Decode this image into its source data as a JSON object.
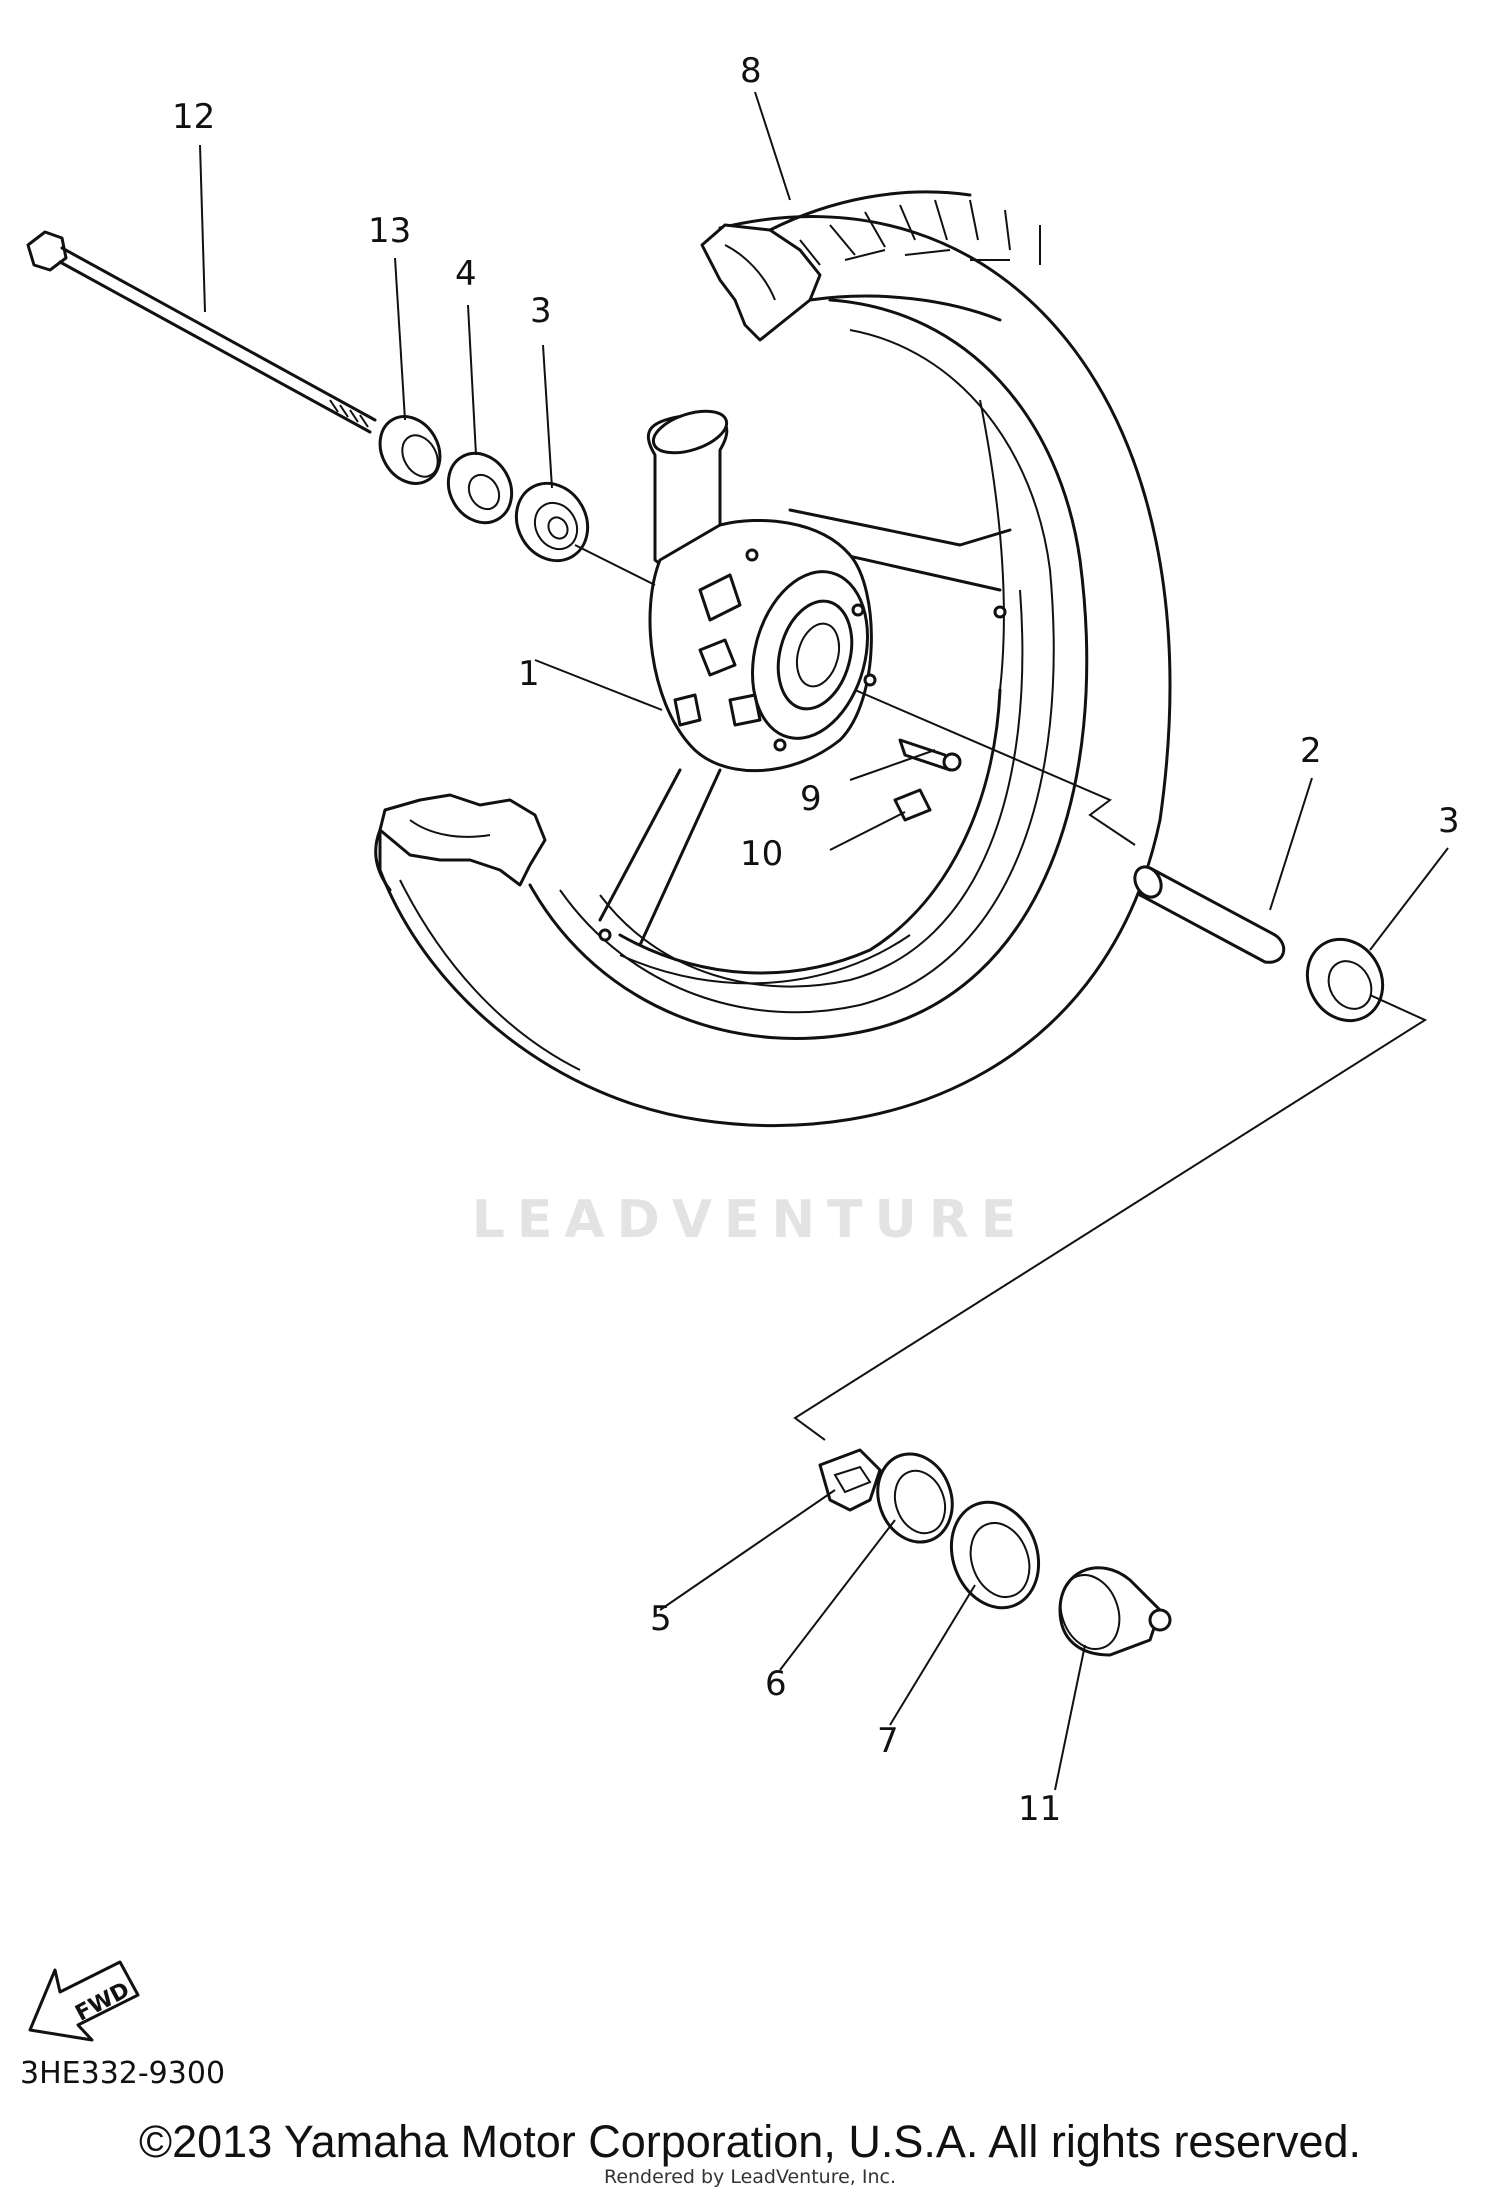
{
  "diagram_code": "3HE332-9300",
  "copyright": "©2013 Yamaha Motor Corporation, U.S.A. All rights reserved.",
  "rendered_by": "Rendered by LeadVenture, Inc.",
  "watermark": "LEADVENTURE",
  "fwd_label": "FWD",
  "callouts": {
    "p1": "1",
    "p2": "2",
    "p3a": "3",
    "p3b": "3",
    "p4": "4",
    "p5": "5",
    "p6": "6",
    "p7": "7",
    "p8": "8",
    "p9": "9",
    "p10": "10",
    "p11": "11",
    "p12": "12",
    "p13": "13"
  }
}
